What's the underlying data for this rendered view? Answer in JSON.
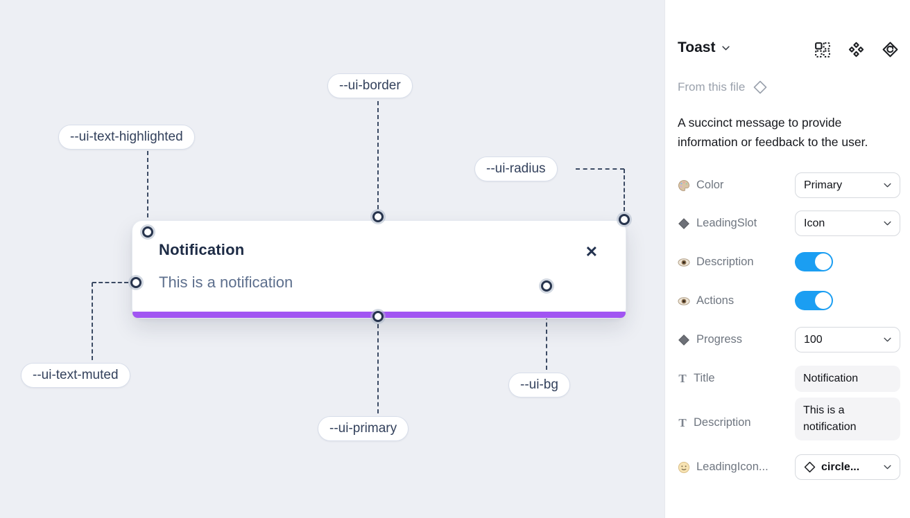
{
  "canvas": {
    "toast": {
      "title": "Notification",
      "description": "This is a notification",
      "close_icon": "✕",
      "progress_bar_color": "#a155f2"
    },
    "labels": [
      {
        "id": "ui-border",
        "text": "--ui-border"
      },
      {
        "id": "ui-text-highlighted",
        "text": "--ui-text-highlighted"
      },
      {
        "id": "ui-radius",
        "text": "--ui-radius"
      },
      {
        "id": "ui-text-muted",
        "text": "--ui-text-muted"
      },
      {
        "id": "ui-primary",
        "text": "--ui-primary"
      },
      {
        "id": "ui-bg",
        "text": "--ui-bg"
      }
    ],
    "colors": {
      "canvas_bg": "#edeff4",
      "label_text": "#33415c",
      "connector": "#3b4a63"
    }
  },
  "panel": {
    "title": "Toast",
    "source_label": "From this file",
    "description": "A succinct message to provide information or feedback to the user.",
    "toolbar_icons": [
      "swap-instance-icon",
      "component-icon",
      "design-system-icon"
    ],
    "properties": [
      {
        "label": "Color",
        "icon": "palette-icon",
        "control": "select",
        "value": "Primary"
      },
      {
        "label": "LeadingSlot",
        "icon": "diamond-icon",
        "control": "select",
        "value": "Icon"
      },
      {
        "label": "Description",
        "icon": "eye-icon",
        "control": "toggle",
        "value": "on"
      },
      {
        "label": "Actions",
        "icon": "eye-icon",
        "control": "toggle",
        "value": "on"
      },
      {
        "label": "Progress",
        "icon": "diamond-icon",
        "control": "select",
        "value": "100"
      },
      {
        "label": "Title",
        "icon": "text-icon",
        "control": "textfield",
        "value": "Notification"
      },
      {
        "label": "Description",
        "icon": "text-icon",
        "control": "textfield",
        "value": "This is a notification"
      },
      {
        "label": "LeadingIcon...",
        "icon": "smiley-icon",
        "control": "instance-select",
        "value": "circle..."
      }
    ],
    "colors": {
      "toggle_on": "#1b9ef2"
    }
  }
}
